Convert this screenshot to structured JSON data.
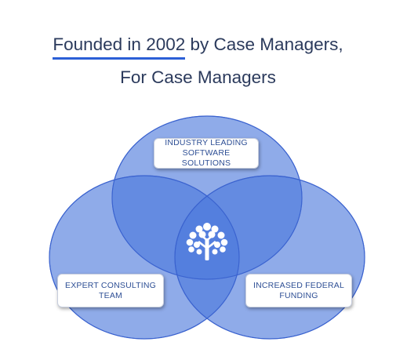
{
  "heading": {
    "line1_underlined": "Founded in 2002",
    "line1_rest": " by Case Managers,",
    "line2": "For Case Managers"
  },
  "venn": {
    "circles": [
      {
        "label": "INDUSTRY LEADING\nSOFTWARE SOLUTIONS"
      },
      {
        "label": "EXPERT CONSULTING\nTEAM"
      },
      {
        "label": "INCREASED FEDERAL\nFUNDING"
      }
    ],
    "center_icon": "tree-icon",
    "colors": {
      "fill": "#3f6fd8",
      "stroke": "#3b63cf",
      "center": "#2d5ad6",
      "heading_text": "#2b3a5c",
      "underline": "#2b5fd6",
      "label_text": "#2e4f95"
    }
  }
}
